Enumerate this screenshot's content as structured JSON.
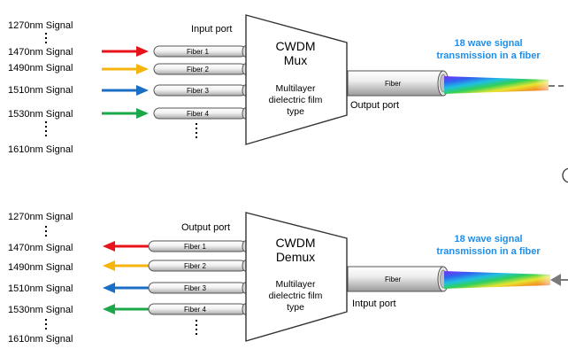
{
  "mux": {
    "signals": [
      "1270nm Signal",
      "1470nm Signal",
      "1490nm Signal",
      "1510nm Signal",
      "1530nm Signal",
      "1610nm Signal"
    ],
    "port_label": "Input port",
    "fibers": [
      "Fiber 1",
      "Fiber 2",
      "Fiber 3",
      "Fiber 4"
    ],
    "box_title_1": "CWDM",
    "box_title_2": "Mux",
    "box_desc_1": "Multilayer",
    "box_desc_2": "dielectric film",
    "box_desc_3": "type",
    "trunk_label": "Fiber",
    "trunk_port_label": "Output port",
    "wave_label_1": "18 wave signal",
    "wave_label_2": "transmission in a fiber"
  },
  "demux": {
    "signals": [
      "1270nm Signal",
      "1470nm Signal",
      "1490nm Signal",
      "1510nm Signal",
      "1530nm Signal",
      "1610nm Signal"
    ],
    "port_label": "Output port",
    "fibers": [
      "Fiber 1",
      "Fiber 2",
      "Fiber 3",
      "Fiber 4"
    ],
    "box_title_1": "CWDM",
    "box_title_2": "Demux",
    "box_desc_1": "Multilayer",
    "box_desc_2": "dielectric film",
    "box_desc_3": "type",
    "trunk_label": "Fiber",
    "trunk_port_label": "Intput port",
    "wave_label_1": "18 wave signal",
    "wave_label_2": "transmission in a fiber"
  },
  "colors": {
    "red": "#e8121b",
    "yellow": "#f6b40f",
    "blue": "#1a6fc4",
    "green": "#1ca84a",
    "label_blue": "#1f8ee8"
  }
}
